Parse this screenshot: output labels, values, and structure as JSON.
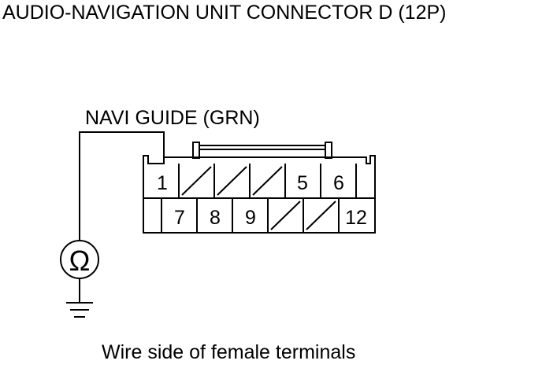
{
  "title": "AUDIO-NAVIGATION UNIT CONNECTOR D (12P)",
  "wire_label": "NAVI GUIDE (GRN)",
  "meter_symbol": "Ω",
  "caption": "Wire side of female terminals",
  "terminals": {
    "top_row": [
      "1",
      "",
      "",
      "",
      "5",
      "6",
      ""
    ],
    "bottom_row": [
      "",
      "7",
      "8",
      "9",
      "",
      "",
      "12"
    ]
  },
  "colors": {
    "line": "#000000",
    "background": "#ffffff"
  }
}
